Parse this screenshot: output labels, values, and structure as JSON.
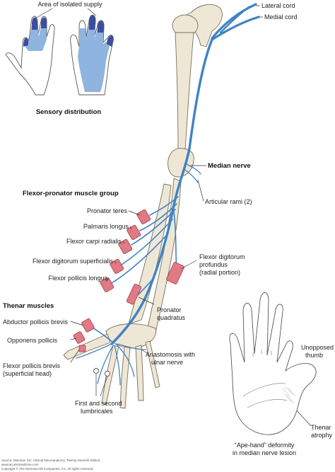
{
  "colors": {
    "nerve": "#3f83c4",
    "nerve_light": "#8fb4e0",
    "isolated_supply": "#3b4f9e",
    "muscle": "#e07a84",
    "bone": "#efe7d6"
  },
  "sensory": {
    "area_label": "Area of isolated supply",
    "title": "Sensory distribution"
  },
  "cords": {
    "lateral": "Lateral cord",
    "medial": "Medial cord"
  },
  "labels": {
    "median_nerve": "Median nerve",
    "articular_rami": "Articular rami (2)",
    "flexor_pronator_group": "Flexor-pronator muscle group",
    "pronator_teres": "Pronator teres",
    "palmaris_longus": "Palmaris longus",
    "flexor_carpi_radialis": "Flexor carpi radialis",
    "flexor_digitorum_superficialis": "Flexor digitorum superficialis",
    "flexor_pollicis_longus": "Flexor pollicis longus",
    "fdp_line1": "Flexor digitorum",
    "fdp_line2": "profundus",
    "fdp_line3": "(radial portion)",
    "pronator_quadratus_1": "Pronator",
    "pronator_quadratus_2": "quadratus",
    "thenar_muscles": "Thenar muscles",
    "abductor_pollicis_brevis": "Abductor pollicis brevis",
    "opponens_pollicis": "Opponens pollicis",
    "fpb_line1": "Flexor pollicis brevis",
    "fpb_line2": "(superficial head)",
    "anastomosis_1": "Anastomosis with",
    "anastomosis_2": "ulnar nerve",
    "lumbricales_1": "First and second",
    "lumbricales_2": "lumbricales",
    "unopposed_1": "Unopposed",
    "unopposed_2": "thumb",
    "thenar_atrophy_1": "Thenar",
    "thenar_atrophy_2": "atrophy",
    "ape_hand_1": "“Ape-hand” deformity",
    "ape_hand_2": "in median nerve lesion"
  },
  "credits": {
    "source": "Source: Waxman SG: Clinical Neuroanatomy, Twenty-Seventh Edition:",
    "site": "www.accessmedicine.com",
    "copyright": "Copyright © The McGraw-Hill Companies, Inc. All rights reserved."
  }
}
